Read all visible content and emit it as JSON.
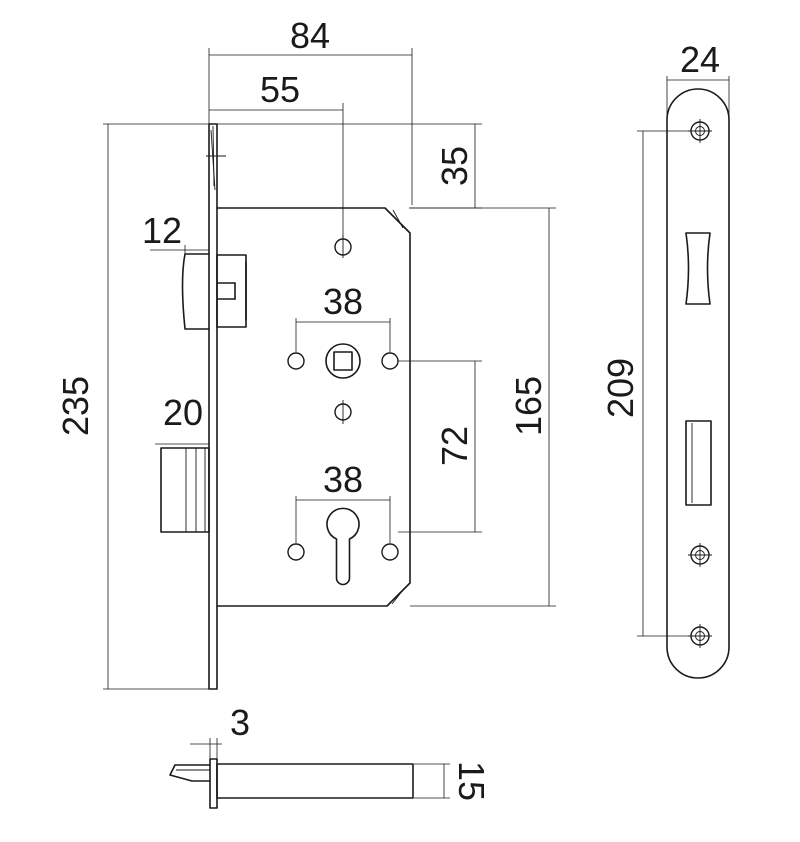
{
  "colors": {
    "stroke": "#1a1a1a",
    "background": "#ffffff"
  },
  "dimensions": {
    "overall_depth": "84",
    "backset": "55",
    "top_offset": "35",
    "latch_projection": "12",
    "height": "235",
    "spindle_hole_spacing": "38",
    "case_height": "165",
    "handle_to_cylinder": "72",
    "deadbolt_projection": "20",
    "cylinder_hole_spacing": "38",
    "faceplate_width": "24",
    "faceplate_screw_spacing": "209",
    "faceplate_thickness": "3",
    "case_thickness": "15"
  }
}
